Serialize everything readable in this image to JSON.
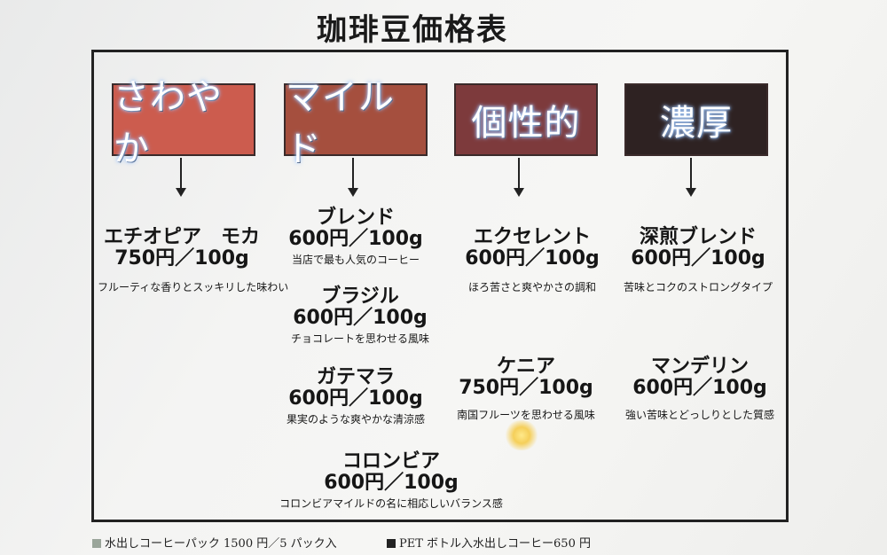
{
  "title": "珈琲豆価格表",
  "colors": {
    "sawayaka": "#cc5c4e",
    "mild": "#a54f3e",
    "koseiteki": "#7d3a3c",
    "noukou": "#2e2222"
  },
  "categories": [
    {
      "label": "さわやか"
    },
    {
      "label": "マイルド"
    },
    {
      "label": "個性的"
    },
    {
      "label": "濃厚"
    }
  ],
  "items": {
    "ethiopia": {
      "name": "エチオピア　モカ",
      "price": "750円／100g",
      "desc": "フルーティな香りとスッキリした味わい"
    },
    "blend": {
      "name": "ブレンド",
      "price": "600円／100g",
      "desc": "当店で最も人気のコーヒー"
    },
    "brazil": {
      "name": "ブラジル",
      "price": "600円／100g",
      "desc": "チョコレートを思わせる風味"
    },
    "guatemala": {
      "name": "ガテマラ",
      "price": "600円／100g",
      "desc": "果実のような爽やかな清涼感"
    },
    "colombia": {
      "name": "コロンビア",
      "price": "600円／100g",
      "desc": "コロンビアマイルドの名に相応しいバランス感"
    },
    "excellent": {
      "name": "エクセレント",
      "price": "600円／100g",
      "desc": "ほろ苦さと爽やかさの調和"
    },
    "kenya": {
      "name": "ケニア",
      "price": "750円／100g",
      "desc": "南国フルーツを思わせる風味"
    },
    "shinsen": {
      "name": "深煎ブレンド",
      "price": "600円／100g",
      "desc": "苦味とコクのストロングタイプ"
    },
    "mandheling": {
      "name": "マンデリン",
      "price": "600円／100g",
      "desc": "強い苦味とどっしりとした質感"
    }
  },
  "footer": {
    "left": "水出しコーヒーパック 1500 円／5 パック入",
    "right": "PET ボトル入水出しコーヒー650 円"
  }
}
